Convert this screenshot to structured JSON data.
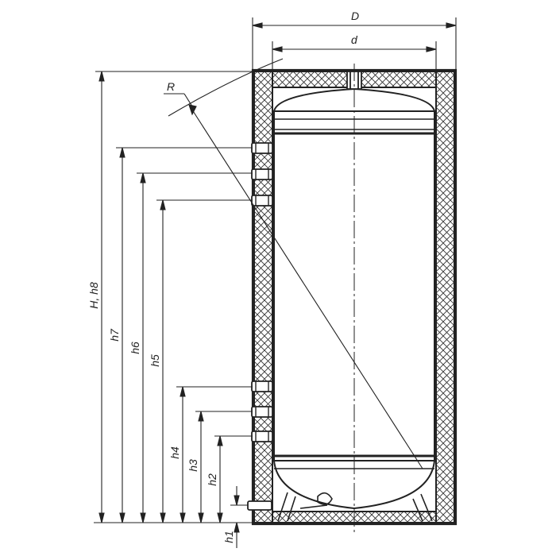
{
  "labels": {
    "D": "D",
    "d": "d",
    "R": "R",
    "H": "H, h8",
    "h7": "h7",
    "h6": "h6",
    "h5": "h5",
    "h4": "h4",
    "h3": "h3",
    "h2": "h2",
    "h1": "h1"
  },
  "colors": {
    "line": "#222222",
    "insulation_fill": "#ffffff"
  }
}
